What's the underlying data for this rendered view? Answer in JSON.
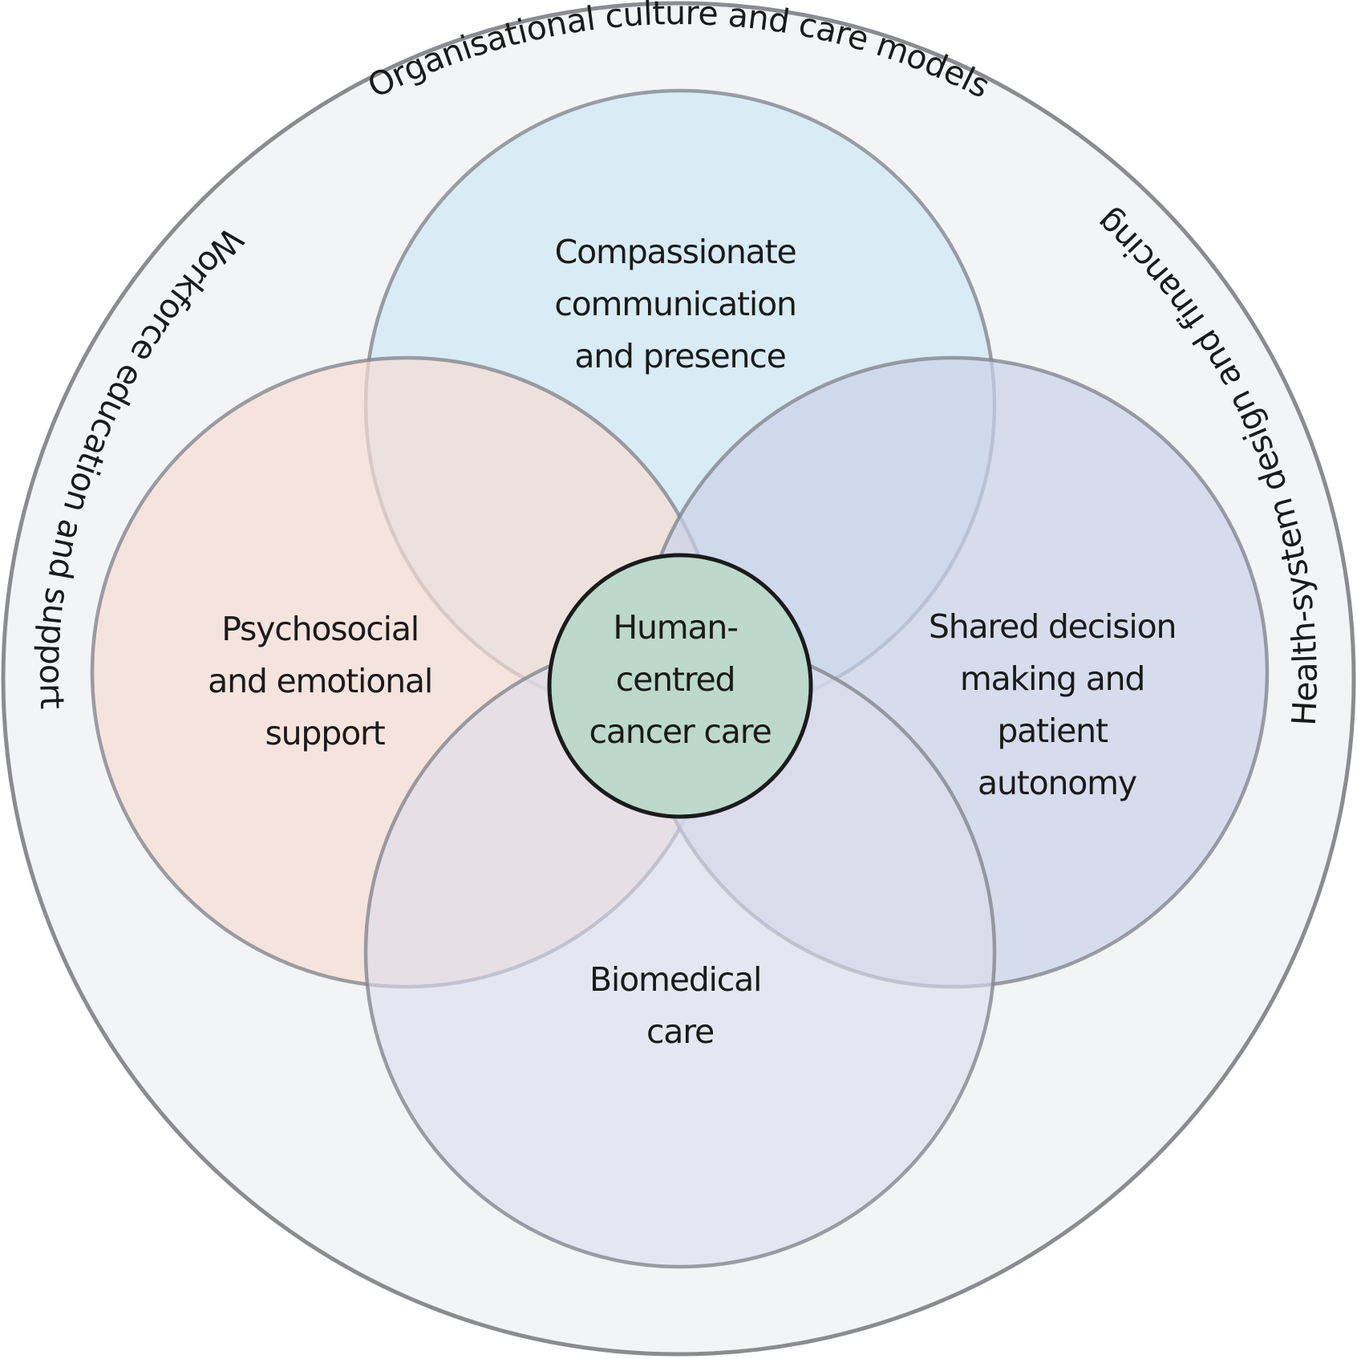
{
  "diagram": {
    "title": "Human-centred cancer care framework",
    "core": {
      "lines": [
        "Human-",
        "centred",
        "cancer care"
      ],
      "fill": "#bcd9cb",
      "stroke": "#1b1b1b"
    },
    "petals": [
      {
        "id": "top",
        "lines": [
          "Compassionate",
          "communication",
          "and presence"
        ],
        "fill": "#d3e9f3"
      },
      {
        "id": "left",
        "lines": [
          "Psychosocial",
          "and emotional",
          "support"
        ],
        "fill": "#f5ddd3"
      },
      {
        "id": "right",
        "lines": [
          "Shared decision",
          "making and",
          "patient",
          "autonomy"
        ],
        "fill": "#c9d2e8"
      },
      {
        "id": "bottom",
        "lines": [
          "Biomedical",
          "care"
        ],
        "fill": "#dcdced"
      }
    ],
    "outer_ring": {
      "fill": "#f3f4f6",
      "stroke": "#8a8c90",
      "labels": [
        {
          "id": "top",
          "text": "Organisational culture and care models"
        },
        {
          "id": "bottom-left",
          "text": "Workforce education and support"
        },
        {
          "id": "bottom-right",
          "text": "Health-system design and financing"
        }
      ]
    },
    "petal_stroke": "#7d8088"
  }
}
